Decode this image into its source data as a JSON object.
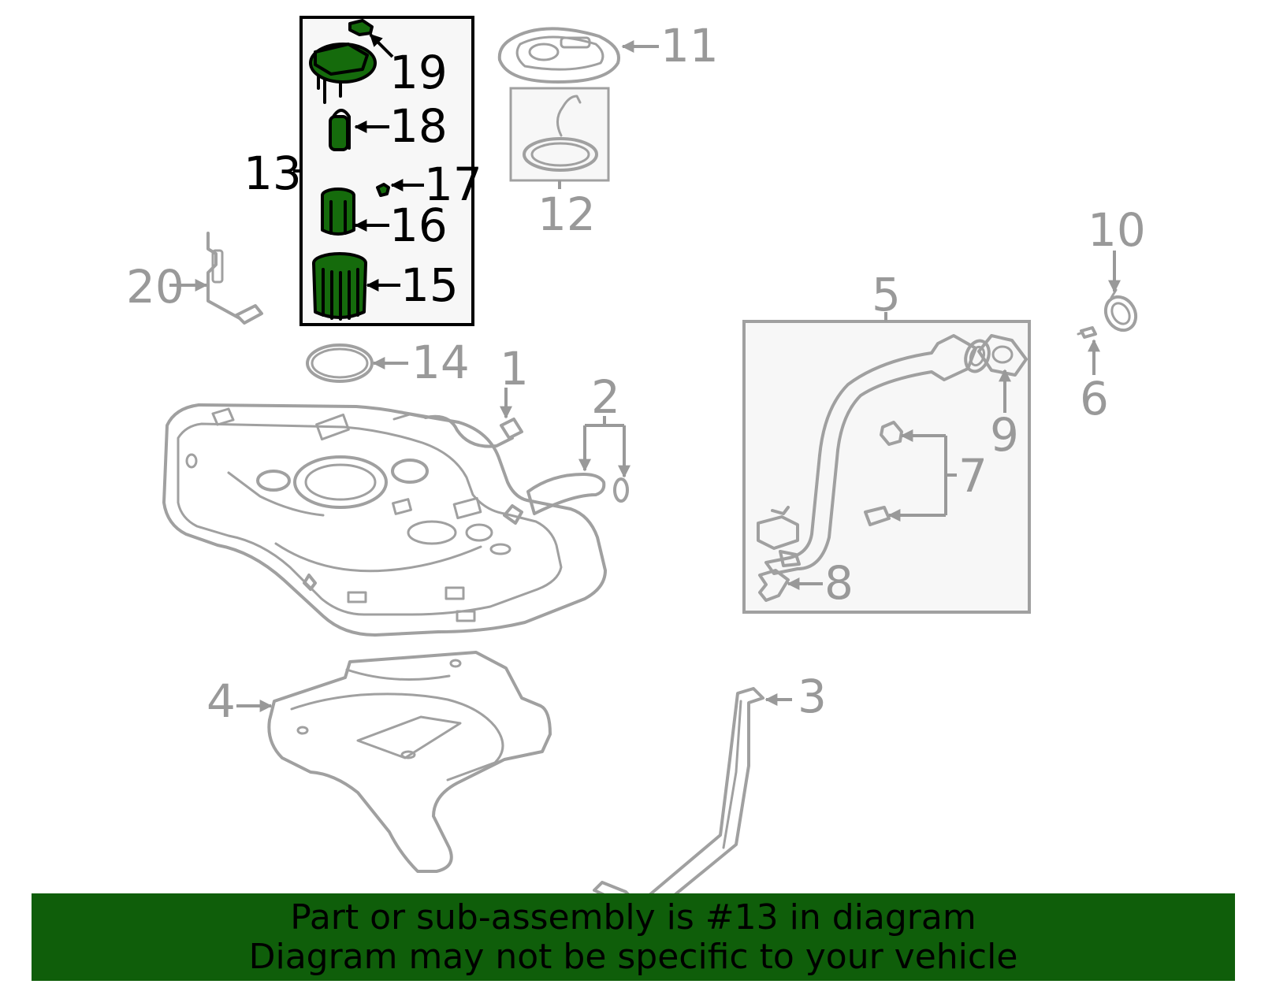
{
  "colors": {
    "highlight": "#156b0c",
    "banner_bg": "#0f5e0a",
    "line_gray": "#a0a0a0",
    "label_gray": "#999999",
    "label_black": "#000000",
    "box_fill": "#f7f7f7"
  },
  "callouts": {
    "c1": "1",
    "c2": "2",
    "c3": "3",
    "c4": "4",
    "c5": "5",
    "c6": "6",
    "c7": "7",
    "c8": "8",
    "c9": "9",
    "c10": "10",
    "c11": "11",
    "c12": "12",
    "c13": "13",
    "c14": "14",
    "c15": "15",
    "c16": "16",
    "c17": "17",
    "c18": "18",
    "c19": "19",
    "c20": "20"
  },
  "highlighted_callout": "13",
  "banner": {
    "line1": "Part or sub-assembly is #13 in diagram",
    "line2": "Diagram may not be specific to your vehicle"
  }
}
